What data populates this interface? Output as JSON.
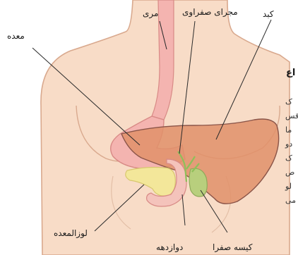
{
  "labels": {
    "liver": "کبد",
    "bile_duct": "مجرای صفراوی",
    "esophagus": "مری",
    "stomach": "معده",
    "pancreas": "لوزالمعده",
    "duodenum": "دوازدهه",
    "gallbladder": "کیسه صفرا"
  },
  "sidebar": {
    "heading": "اع",
    "lines": [
      "ک",
      "قس",
      "ما",
      "دو",
      "ک",
      "ص",
      "لو",
      "می"
    ]
  },
  "colors": {
    "skin": "#f8dcc7",
    "skin_outline": "#d9a98e",
    "liver": "#e1906a",
    "liver_outline": "#8a5448",
    "stomach": "#f4b4b0",
    "stomach_outline": "#d88a86",
    "pancreas": "#f3e79a",
    "gallbladder": "#b8cf7d",
    "bile_duct": "#8fbf5a",
    "leader": "#2a2a2a"
  }
}
